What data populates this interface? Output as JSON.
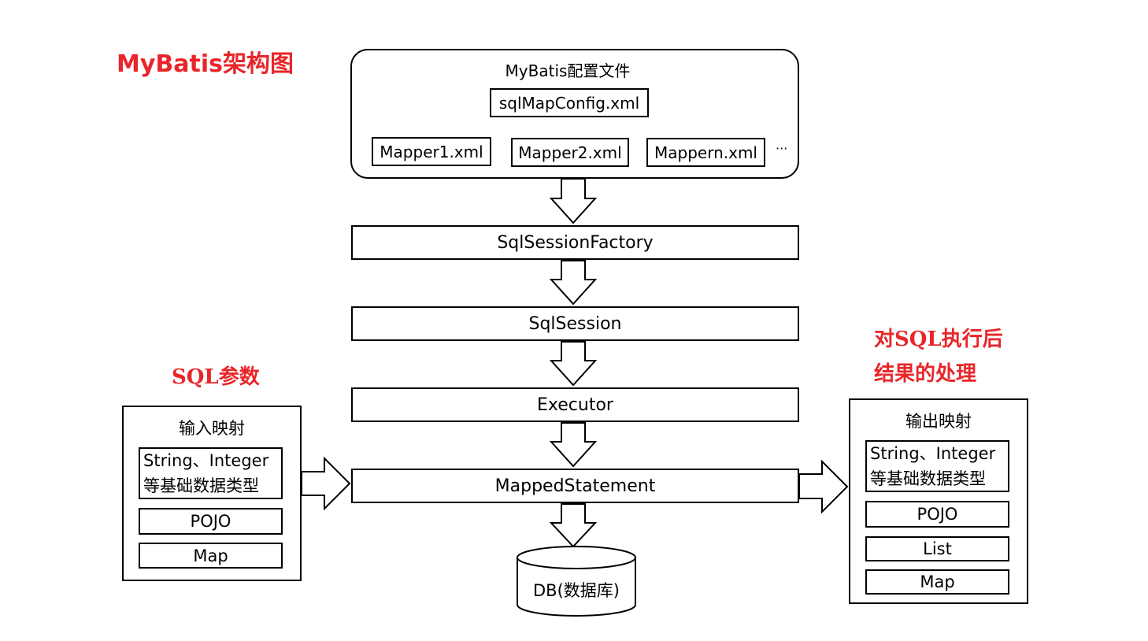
{
  "title": "MyBatis架构图",
  "config": {
    "label": "MyBatis配置文件",
    "main_file": "sqlMapConfig.xml",
    "mappers": [
      "Mapper1.xml",
      "Mapper2.xml",
      "Mappern.xml"
    ],
    "ellipsis": "···"
  },
  "flow": {
    "factory": "SqlSessionFactory",
    "session": "SqlSession",
    "executor": "Executor",
    "mapped_statement": "MappedStatement",
    "db": "DB(数据库)"
  },
  "input": {
    "heading": "SQL参数",
    "label": "输入映射",
    "basic_types": [
      "String、Integer",
      "等基础数据类型"
    ],
    "pojo": "POJO",
    "map": "Map"
  },
  "output": {
    "heading": [
      "对SQL执行后",
      "结果的处理"
    ],
    "label": "输出映射",
    "basic_types": [
      "String、Integer",
      "等基础数据类型"
    ],
    "pojo": "POJO",
    "list": "List",
    "map": "Map"
  },
  "colors": {
    "accent": "#e8262a",
    "stroke": "#000000"
  }
}
